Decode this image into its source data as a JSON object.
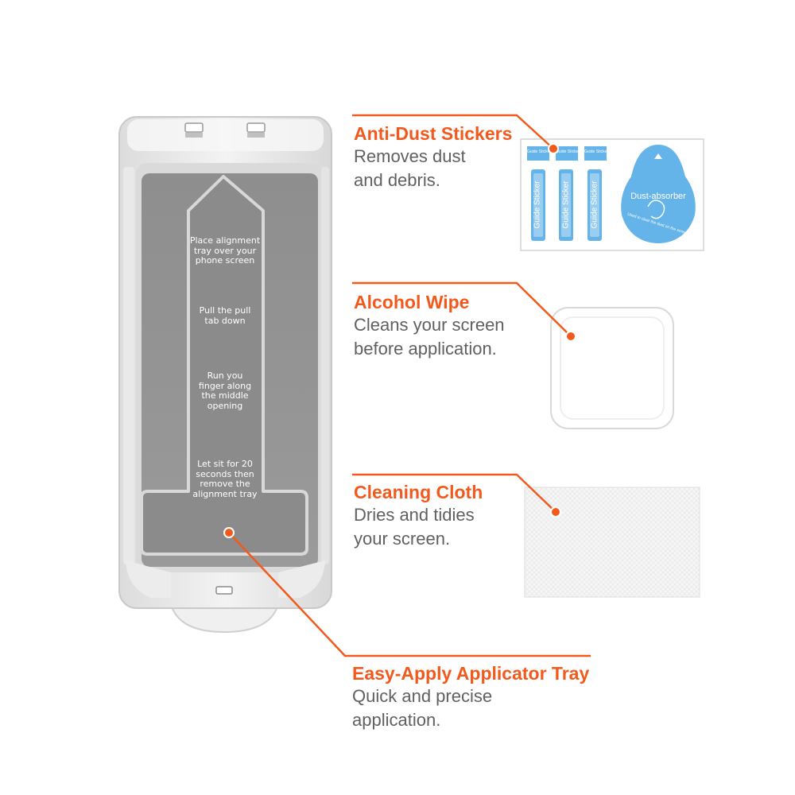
{
  "accent_color": "#f25a1d",
  "text_color": "#5f6061",
  "callouts": {
    "anti_dust": {
      "title": "Anti-Dust Stickers",
      "desc": [
        "Removes dust",
        "and debris."
      ]
    },
    "alcohol": {
      "title": "Alcohol Wipe",
      "desc": [
        "Cleans your screen",
        "before application."
      ]
    },
    "cloth": {
      "title": "Cleaning Cloth",
      "desc": [
        "Dries and tidies",
        "your screen."
      ]
    },
    "tray": {
      "title": "Easy-Apply Applicator Tray",
      "desc": [
        "Quick and precise",
        "application."
      ]
    }
  },
  "tray_steps": [
    [
      "Place alignment",
      "tray over your",
      "phone screen"
    ],
    [
      "Pull the pull",
      "tab down"
    ],
    [
      "Run you",
      "finger along",
      "the middle",
      "opening"
    ],
    [
      "Let sit for 20",
      "seconds then",
      "remove the",
      "alignment tray"
    ]
  ],
  "stickers": {
    "guide_label": "Guide Sticker",
    "dust_absorber": "Dust-absorber",
    "dust_note": "Used to clear the dust on the screen."
  }
}
